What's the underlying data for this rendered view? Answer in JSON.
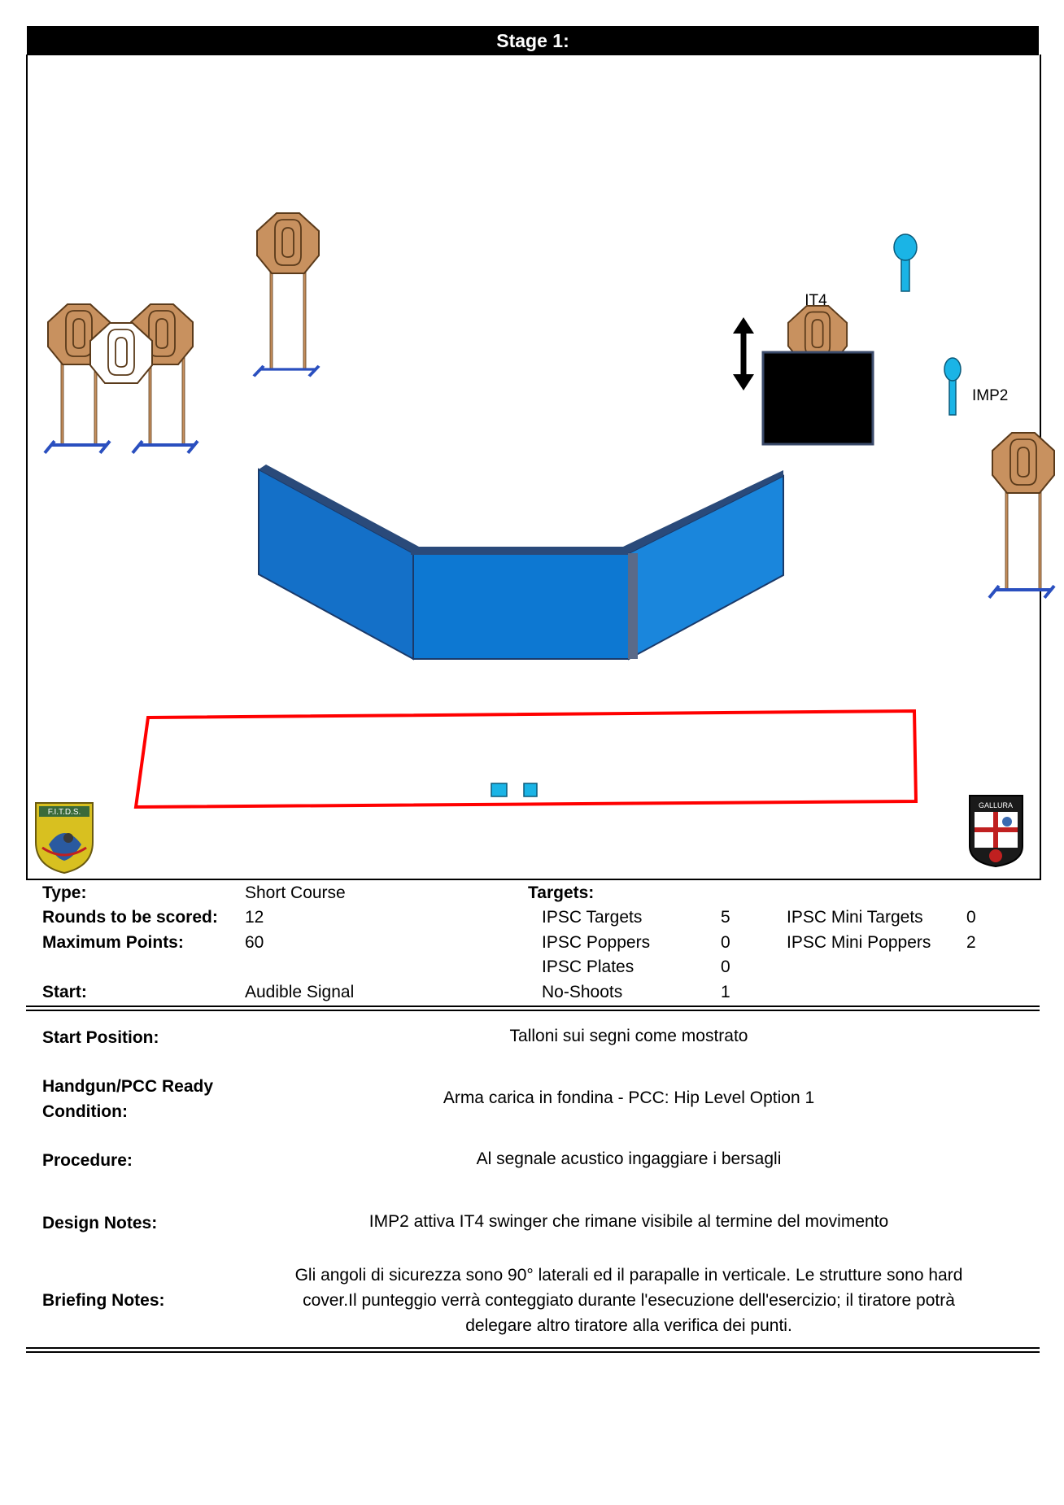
{
  "stage": {
    "title": "Stage 1:"
  },
  "diagram": {
    "labels": {
      "it4": "IT4",
      "imp2": "IMP2"
    },
    "logos": {
      "left": {
        "name": "fitds-logo",
        "text": "F.I.T.D.S."
      },
      "right": {
        "name": "gallura-shooting-club-logo",
        "text": "GALLURA"
      }
    },
    "colors": {
      "target": "#c8915f",
      "no_shoot": "#ffffff",
      "popper": "#1ab4e6",
      "wall": "#1478d2",
      "fault_line": "#ff0000",
      "swinger_box": "#000000",
      "stand": "#2a4fbf"
    }
  },
  "info": {
    "type_label": "Type:",
    "type_value": "Short Course",
    "rounds_label": "Rounds to be scored:",
    "rounds_value": "12",
    "points_label": "Maximum Points:",
    "points_value": "60",
    "start_label": "Start:",
    "start_value": "Audible Signal",
    "targets_label": "Targets:",
    "targets": [
      {
        "label": "IPSC Targets",
        "value": "5"
      },
      {
        "label": "IPSC Poppers",
        "value": "0"
      },
      {
        "label": "IPSC Plates",
        "value": "0"
      },
      {
        "label": "No-Shoots",
        "value": "1"
      }
    ],
    "mini_targets": [
      {
        "label": "IPSC Mini Targets",
        "value": "0"
      },
      {
        "label": "IPSC Mini Poppers",
        "value": "2"
      }
    ]
  },
  "details": {
    "start_position": {
      "label": "Start Position:",
      "value": "Talloni sui segni come mostrato"
    },
    "ready_condition": {
      "label_line1": "Handgun/PCC Ready",
      "label_line2": "Condition:",
      "value": "Arma carica in fondina - PCC: Hip Level Option 1"
    },
    "procedure": {
      "label": "Procedure:",
      "value": "Al segnale acustico ingaggiare i bersagli"
    },
    "design_notes": {
      "label": "Design Notes:",
      "value": "IMP2 attiva IT4 swinger che rimane visibile al termine del movimento"
    },
    "briefing_notes": {
      "label": "Briefing Notes:",
      "line1": "Gli angoli di sicurezza sono 90° laterali ed il parapalle in verticale. Le strutture sono hard",
      "line2": "cover.Il punteggio verrà conteggiato durante l'esecuzione dell'esercizio; il tiratore potrà",
      "line3": "delegare altro tiratore alla verifica  dei punti."
    }
  }
}
